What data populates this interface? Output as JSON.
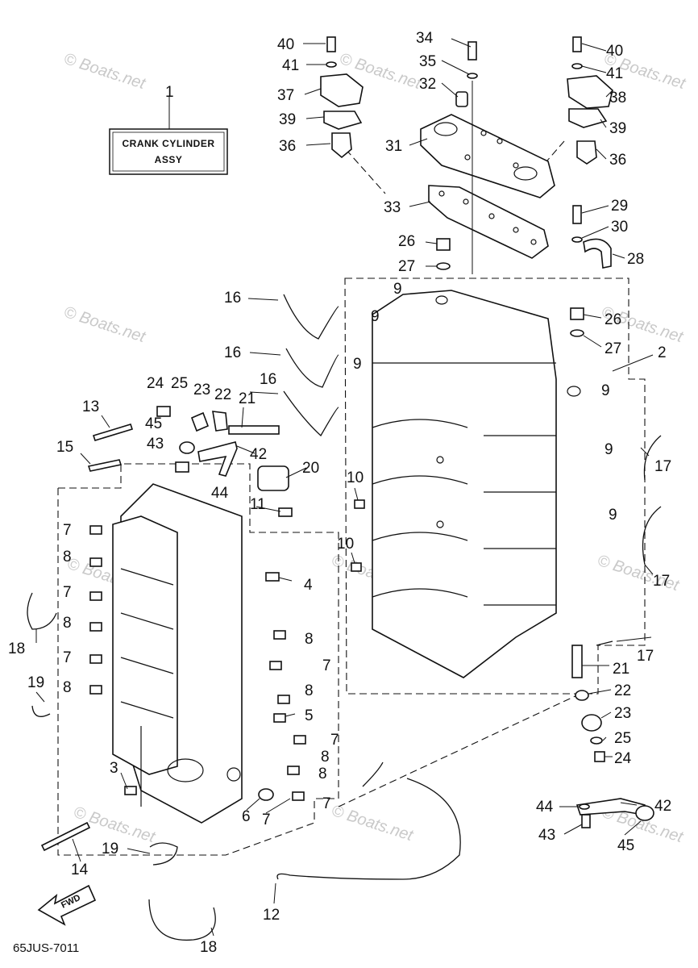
{
  "assembly_box": {
    "line1": "CRANK CYLINDER",
    "line2": "ASSY"
  },
  "figure_code": "65JUS-7011",
  "fwd_label": "FWD",
  "watermark": "© Boats.net",
  "callouts": [
    {
      "n": "1"
    },
    {
      "n": "2"
    },
    {
      "n": "3"
    },
    {
      "n": "4"
    },
    {
      "n": "5"
    },
    {
      "n": "6"
    },
    {
      "n": "7"
    },
    {
      "n": "7"
    },
    {
      "n": "7"
    },
    {
      "n": "7"
    },
    {
      "n": "7"
    },
    {
      "n": "7"
    },
    {
      "n": "7"
    },
    {
      "n": "8"
    },
    {
      "n": "8"
    },
    {
      "n": "8"
    },
    {
      "n": "8"
    },
    {
      "n": "8"
    },
    {
      "n": "8"
    },
    {
      "n": "8"
    },
    {
      "n": "9"
    },
    {
      "n": "9"
    },
    {
      "n": "9"
    },
    {
      "n": "9"
    },
    {
      "n": "9"
    },
    {
      "n": "9"
    },
    {
      "n": "10"
    },
    {
      "n": "10"
    },
    {
      "n": "11"
    },
    {
      "n": "12"
    },
    {
      "n": "13"
    },
    {
      "n": "14"
    },
    {
      "n": "15"
    },
    {
      "n": "16"
    },
    {
      "n": "16"
    },
    {
      "n": "16"
    },
    {
      "n": "17"
    },
    {
      "n": "17"
    },
    {
      "n": "17"
    },
    {
      "n": "18"
    },
    {
      "n": "18"
    },
    {
      "n": "19"
    },
    {
      "n": "19"
    },
    {
      "n": "20"
    },
    {
      "n": "21"
    },
    {
      "n": "21"
    },
    {
      "n": "22"
    },
    {
      "n": "22"
    },
    {
      "n": "23"
    },
    {
      "n": "23"
    },
    {
      "n": "24"
    },
    {
      "n": "24"
    },
    {
      "n": "25"
    },
    {
      "n": "25"
    },
    {
      "n": "26"
    },
    {
      "n": "26"
    },
    {
      "n": "27"
    },
    {
      "n": "27"
    },
    {
      "n": "28"
    },
    {
      "n": "29"
    },
    {
      "n": "30"
    },
    {
      "n": "31"
    },
    {
      "n": "32"
    },
    {
      "n": "33"
    },
    {
      "n": "34"
    },
    {
      "n": "35"
    },
    {
      "n": "36"
    },
    {
      "n": "36"
    },
    {
      "n": "37"
    },
    {
      "n": "38"
    },
    {
      "n": "39"
    },
    {
      "n": "39"
    },
    {
      "n": "40"
    },
    {
      "n": "40"
    },
    {
      "n": "41"
    },
    {
      "n": "41"
    },
    {
      "n": "42"
    },
    {
      "n": "42"
    },
    {
      "n": "43"
    },
    {
      "n": "43"
    },
    {
      "n": "44"
    },
    {
      "n": "44"
    },
    {
      "n": "45"
    },
    {
      "n": "45"
    }
  ]
}
